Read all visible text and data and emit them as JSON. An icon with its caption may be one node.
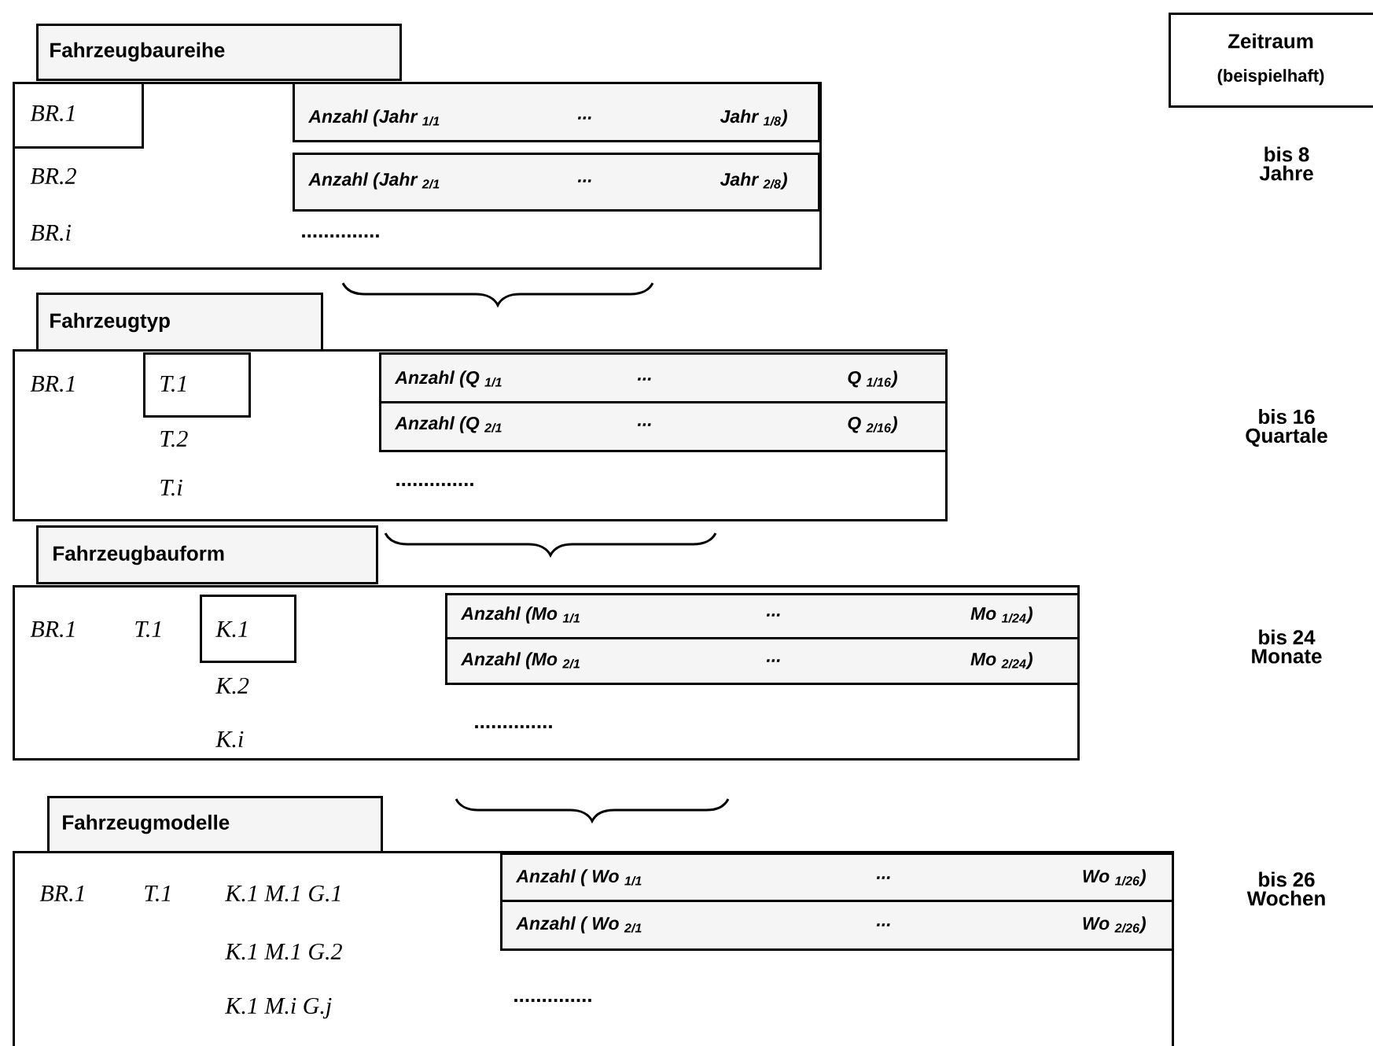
{
  "diagram": {
    "nodes": [
      {
        "text": [
          "Fahrzeugbaureihe"
        ]
      },
      {
        "text": [
          "BR.2",
          "BR.i",
          ".............."
        ]
      },
      {
        "text": [
          "BR.1"
        ],
        "in": 1
      },
      {
        "text": [
          "Anzahl (Jahr $_{1/1}$",
          "...",
          "Jahr $_{1/8}$)"
        ],
        "in": 1
      },
      {
        "text": [
          "Anzahl (Jahr $_{2/1}$",
          "...",
          "Jahr $_{2/8}$)"
        ],
        "in": 1
      },
      {
        "text": [
          "Fahrzeugtyp"
        ]
      },
      {
        "text": [
          "BR.1",
          "T.2",
          "T.i",
          ".............."
        ]
      },
      {
        "text": [
          "T.1"
        ],
        "in": 6
      },
      {
        "text": [
          "Anzahl (Q $_{1/1}$",
          "...",
          "Q $_{1/16}$)"
        ],
        "in": 6
      },
      {
        "text": [
          "Anzahl (Q $_{2/1}$",
          "...",
          "Q $_{2/16}$)"
        ],
        "in": 6
      },
      {
        "text": [
          "Fahrzeugbauform"
        ]
      },
      {
        "text": [
          "BR.1",
          "T.1",
          "K.2",
          "K.i",
          ".............."
        ]
      },
      {
        "text": [
          "K.1"
        ],
        "in": 11
      },
      {
        "text": [
          "Anzahl (Mo $_{1/1}$",
          "...",
          "Mo $_{1/24}$)"
        ],
        "in": 11
      },
      {
        "text": [
          "Anzahl (Mo $_{2/1}$",
          "...",
          "Mo $_{2/24}$)"
        ],
        "in": 11
      },
      {
        "text": [
          "Fahrzeugmodelle"
        ]
      },
      {
        "text": [
          "BR.1",
          "T.1",
          "K.1 M.1 G.1",
          "K.1 M.1 G.2",
          "K.1 M.i G.j",
          ".............."
        ]
      },
      {
        "text": [
          "Anzahl ( Wo $_{1/1}$",
          "...",
          "Wo $_{1/26}$)"
        ],
        "in": 16
      },
      {
        "text": [
          "Anzahl ( Wo $_{2/1}$",
          "...",
          "Wo $_{2/26}$)"
        ],
        "in": 16
      },
      {
        "text": [
          "Zeitraum",
          "(beispielhaft)"
        ]
      }
    ],
    "labels": [
      "bis 8 Jahre",
      "bis 16 Quartale",
      "bis 24 Monate",
      "bis 26 Wochen"
    ]
  }
}
